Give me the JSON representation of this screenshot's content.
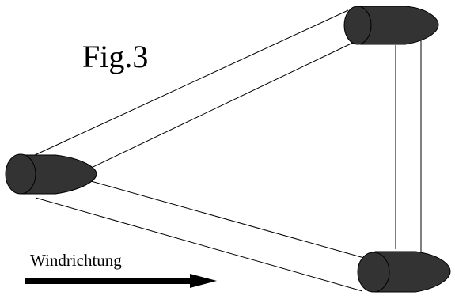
{
  "figure": {
    "title": "Fig.3",
    "wind_label": "Windrichtung"
  },
  "colors": {
    "pod_fill": "#333333",
    "pod_stroke": "#000000",
    "line": "#000000",
    "arrow": "#000000",
    "background": "#ffffff"
  },
  "icons": {
    "pod": "bullet-nacelle-shape",
    "arrow": "right-arrow"
  }
}
